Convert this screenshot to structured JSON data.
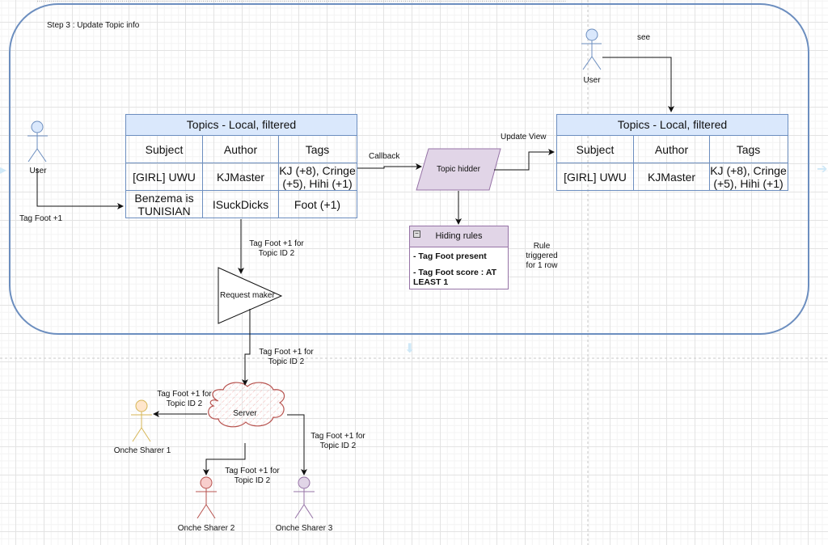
{
  "container": {
    "title": "Step 3 : Update Topic info"
  },
  "actors": {
    "user_left": {
      "label": "User",
      "color": "#6c8ebf",
      "fill": "#dae8fc"
    },
    "user_right": {
      "label": "User",
      "color": "#6c8ebf",
      "fill": "#dae8fc"
    },
    "sharer1": {
      "label": "Onche Sharer 1",
      "color": "#d6b656",
      "fill": "#ffe6cc"
    },
    "sharer2": {
      "label": "Onche Sharer 2",
      "color": "#b85450",
      "fill": "#f8cecc"
    },
    "sharer3": {
      "label": "Onche Sharer 3",
      "color": "#9673a6",
      "fill": "#e1d5e7"
    }
  },
  "table_left": {
    "title": "Topics - Local, filtered",
    "columns": [
      "Subject",
      "Author",
      "Tags"
    ],
    "rows": [
      [
        "[GIRL] UWU",
        "KJMaster",
        "KJ (+8), Cringe (+5), Hihi (+1)"
      ],
      [
        "Benzema is TUNISIAN",
        "ISuckDicks",
        "Foot (+1)"
      ]
    ]
  },
  "table_right": {
    "title": "Topics - Local, filtered",
    "columns": [
      "Subject",
      "Author",
      "Tags"
    ],
    "rows": [
      [
        "[GIRL] UWU",
        "KJMaster",
        "KJ (+8), Cringe (+5), Hihi (+1)"
      ]
    ]
  },
  "nodes": {
    "topic_hider": "Topic hidder",
    "request_maker": "Request maker",
    "server": "Server"
  },
  "hiding_rules": {
    "title": "Hiding rules",
    "collapse_glyph": "−",
    "rules": [
      "- Tag Foot present",
      "- Tag Foot score : AT LEAST 1"
    ]
  },
  "edge_labels": {
    "user_tag": "Tag Foot +1",
    "callback": "Callback",
    "update_view": "Update View",
    "see": "see",
    "rule_triggered": "Rule triggered for 1 row",
    "table_to_request": "Tag Foot +1 for Topic ID 2",
    "request_to_server": "Tag Foot +1 for Topic ID 2",
    "server_to_sharer1": "Tag Foot +1 for Topic ID 2",
    "server_to_sharer2": "Tag Foot +1 for Topic ID 2",
    "server_to_sharer3": "Tag Foot +1 for Topic ID 2"
  },
  "colors": {
    "container_stroke": "#6c8ebf",
    "table_header": "#dae8fc",
    "purple_fill": "#e1d5e7",
    "purple_stroke": "#9673a6",
    "server_stroke": "#b85450"
  }
}
